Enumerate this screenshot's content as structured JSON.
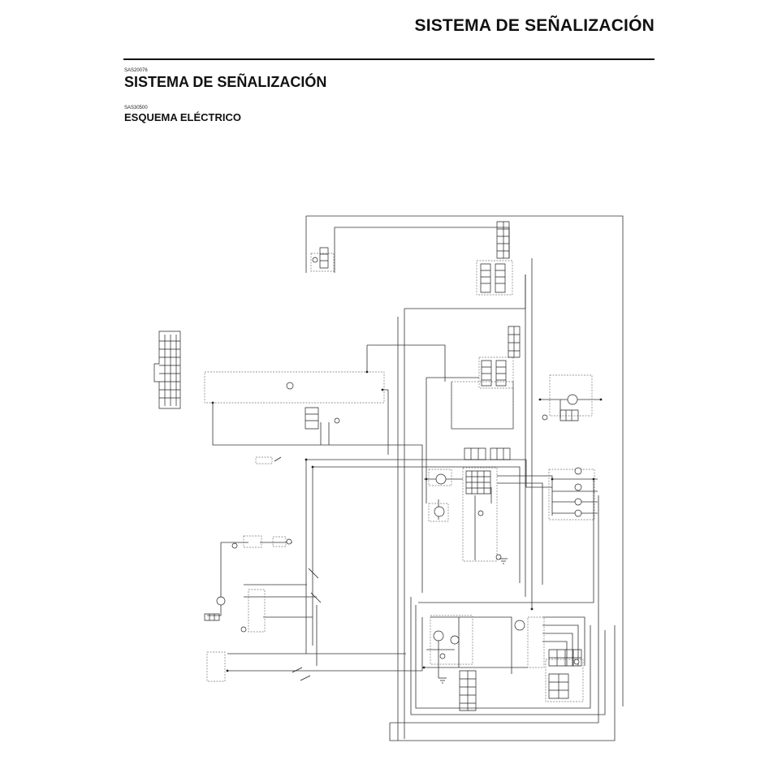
{
  "header": {
    "title": "SISTEMA DE SEÑALIZACIÓN"
  },
  "section": {
    "code": "SAS20076",
    "title": "SISTEMA DE SEÑALIZACIÓN"
  },
  "subsection": {
    "code": "SAS30500",
    "title": "ESQUEMA ELÉCTRICO"
  },
  "colors": {
    "ink": "#111111",
    "wire": "#333333",
    "dashed_box": "#777777"
  }
}
